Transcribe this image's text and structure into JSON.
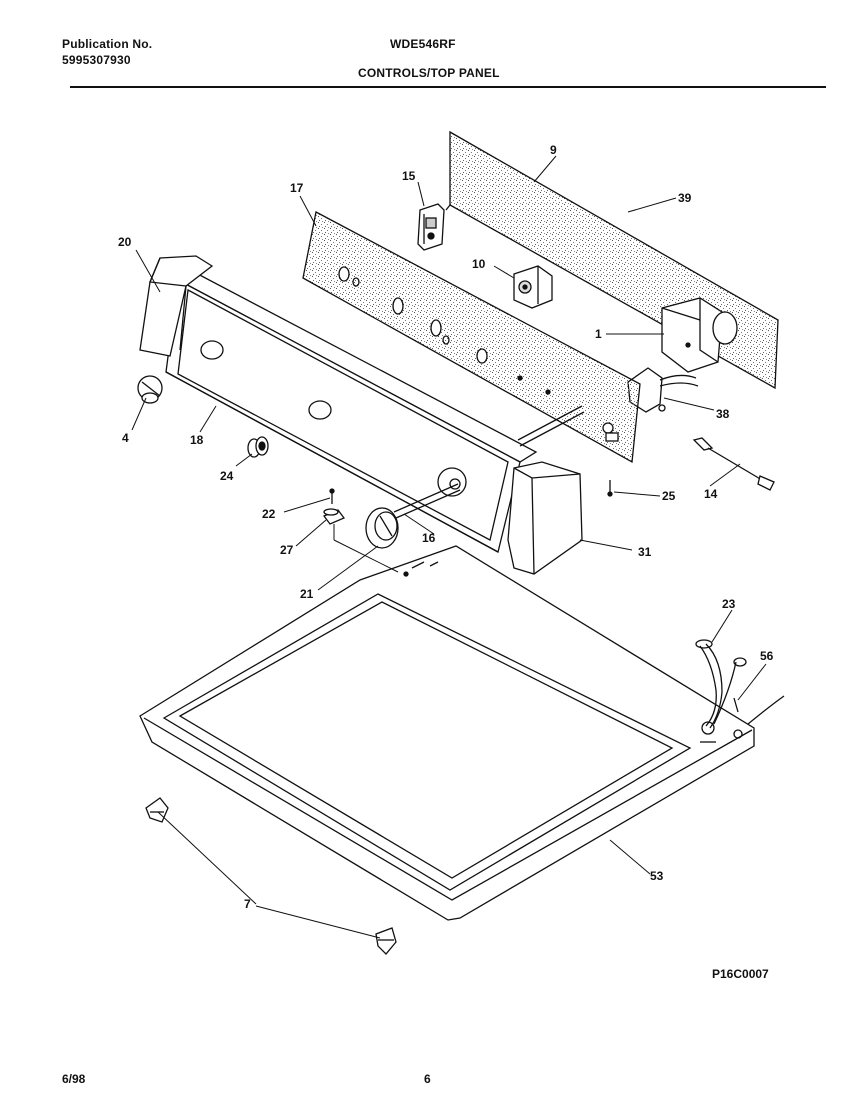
{
  "header": {
    "publication_label": "Publication No.",
    "publication_number": "5995307930",
    "model": "WDE546RF",
    "section_title": "CONTROLS/TOP PANEL"
  },
  "callouts": {
    "c1": "1",
    "c4": "4",
    "c7": "7",
    "c9": "9",
    "c10": "10",
    "c14": "14",
    "c15": "15",
    "c16": "16",
    "c17": "17",
    "c18": "18",
    "c20": "20",
    "c21": "21",
    "c22": "22",
    "c23": "23",
    "c24": "24",
    "c25": "25",
    "c27": "27",
    "c31": "31",
    "c38": "38",
    "c39": "39",
    "c53": "53",
    "c56": "56"
  },
  "footer": {
    "drawing_id": "P16C0007",
    "date": "6/98",
    "page": "6"
  }
}
